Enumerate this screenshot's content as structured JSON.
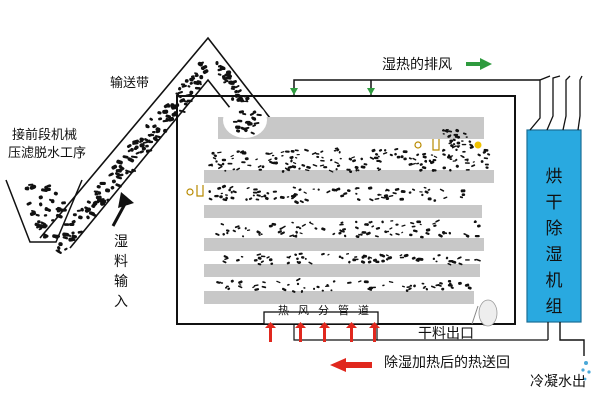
{
  "labels": {
    "prev_process": "接前段机械",
    "prev_process_2": "压滤脱水工序",
    "conveyor": "输送带",
    "wet_input": "湿料输入",
    "exhaust": "湿热的排风",
    "dryer_unit": "烘干除湿机组",
    "duct": "热风分管道",
    "dry_outlet": "干料出口",
    "return_air": "除湿加热后的热送回",
    "condensate": "冷凝水出"
  },
  "colors": {
    "dryer_fill": "#29a9e0",
    "arrow_green": "#2e9a3e",
    "arrow_red": "#e0281e",
    "belt_fill": "#c8c8c8",
    "outline": "#111111"
  }
}
